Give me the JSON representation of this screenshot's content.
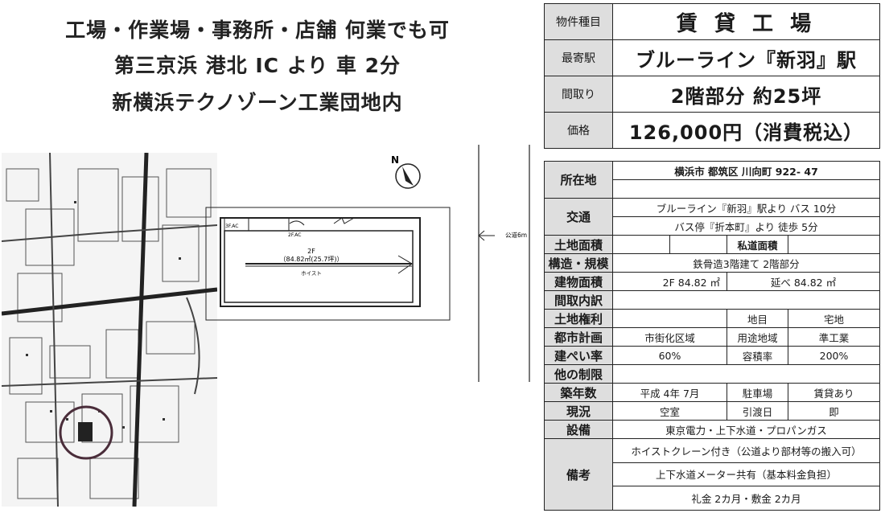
{
  "headline": {
    "line1": "工場・作業場・事務所・店舗 何業でも可",
    "line2": "第三京浜 港北 IC より 車 2分",
    "line3": "新横浜テクノゾーン工業団地内"
  },
  "floor_plan": {
    "floor_label": "2F",
    "area_label": "（84.82㎡(25.7坪)）",
    "hoist_label": "ホイスト",
    "parking_top": "3F.AC",
    "parking_mid": "2F.AC",
    "road_label": "公道6m",
    "north_label": "N"
  },
  "summary": {
    "type_label": "物件種目",
    "type_value": "賃 貸 工 場",
    "station_label": "最寄駅",
    "station_value": "ブルーライン『新羽』駅",
    "layout_label": "間取り",
    "layout_value": "2階部分 約25坪",
    "price_label": "価格",
    "price_value": "126,000円（消費税込）"
  },
  "details": {
    "location_label": "所在地",
    "location_value": "横浜市 都筑区 川向町 922- 47",
    "transport_label": "交通",
    "transport_line1": "ブルーライン『新羽』駅より バス 10分",
    "transport_line2": "バス停『折本町』より 徒歩 5分",
    "land_area_label": "土地面積",
    "private_road_label": "私道面積",
    "structure_label": "構造・規模",
    "structure_value": "鉄骨造3階建て 2階部分",
    "building_area_label": "建物面積",
    "building_area_value": "2F 84.82 ㎡",
    "total_area_value": "延べ 84.82 ㎡",
    "layout_detail_label": "間取内訳",
    "land_rights_label": "土地権利",
    "land_category_label": "地目",
    "land_category_value": "宅地",
    "city_plan_label": "都市計画",
    "city_plan_value": "市街化区域",
    "zoning_label": "用途地域",
    "zoning_value": "準工業",
    "coverage_label": "建ぺい率",
    "coverage_value": "60%",
    "far_label": "容積率",
    "far_value": "200%",
    "other_label": "他の制限",
    "built_label": "築年数",
    "built_value": "平成 4年 7月",
    "parking_label": "駐車場",
    "parking_value": "賃貸あり",
    "status_label": "現況",
    "status_value": "空室",
    "handover_label": "引渡日",
    "handover_value": "即",
    "facilities_label": "設備",
    "facilities_value": "東京電力・上下水道・プロパンガス",
    "notes_label": "備考",
    "note1": "ホイストクレーン付き（公道より部材等の搬入可）",
    "note2": "上下水道メーター共有（基本料金負担）",
    "note3": "礼金 2カ月・敷金 2カ月"
  }
}
